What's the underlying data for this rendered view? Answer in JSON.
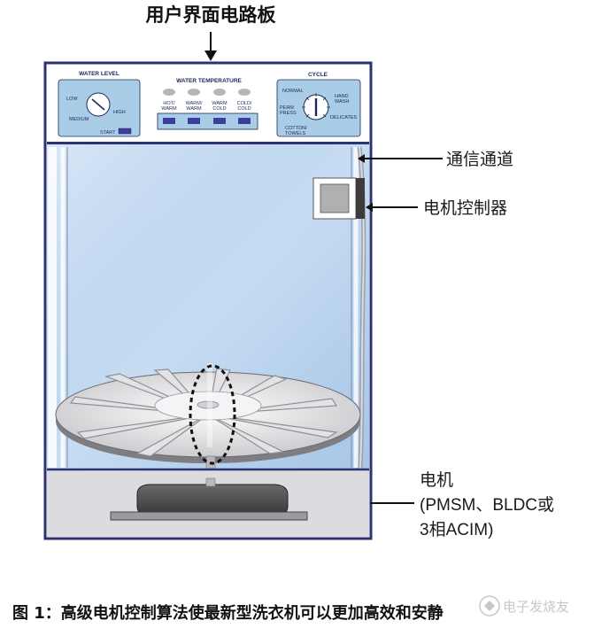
{
  "labels": {
    "top": "用户界面电路板",
    "comm_channel": "通信通道",
    "motor_controller": "电机控制器",
    "motor_line1": "电机",
    "motor_line2": "(PMSM、BLDC或",
    "motor_line3": "3相ACIM)"
  },
  "panel": {
    "water_level": {
      "title": "WATER LEVEL",
      "low": "LOW",
      "medium": "MEDIUM",
      "high": "HIGH",
      "start": "START"
    },
    "water_temperature": {
      "title": "WATER TEMPERATURE",
      "options": [
        {
          "line1": "HOT/",
          "line2": "WARM"
        },
        {
          "line1": "WARM/",
          "line2": "WARM"
        },
        {
          "line1": "WARM",
          "line2": "COLD"
        },
        {
          "line1": "COLD/",
          "line2": "COLD"
        }
      ]
    },
    "cycle": {
      "title": "CYCLE",
      "normal": "NORMAL",
      "perm_press_1": "PERM",
      "perm_press_2": "PRESS",
      "hand_wash_1": "HAND",
      "hand_wash_2": "WASH",
      "delicates": "DELICATES",
      "cotton_1": "COTTON/",
      "cotton_2": "TOWELS"
    }
  },
  "caption": "图 1：高级电机控制算法使最新型洗衣机可以更加高效和安静",
  "watermark": "电子发烧友",
  "colors": {
    "frame": "#2d3270",
    "panel": "#a9cde6",
    "tub": "#bad5ef",
    "button": "#3a3f9e",
    "base": "#dcdce0"
  }
}
